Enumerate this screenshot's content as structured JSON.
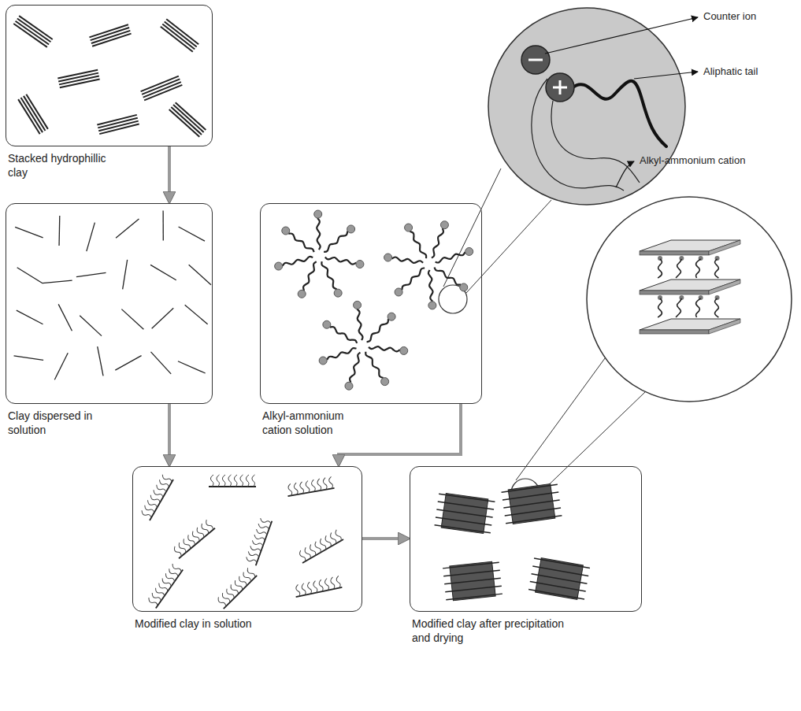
{
  "diagram": {
    "nodes": [
      {
        "text": [
          "Stacked hydrophillic clay"
        ]
      },
      {
        "text": [
          "Clay dispersed in solution"
        ]
      },
      {
        "text": [
          "Alkyl-ammonium cation solution"
        ]
      },
      {
        "text": [
          "Modified clay in solution"
        ]
      },
      {
        "text": [
          "Modified clay after precipitation and drying"
        ]
      }
    ],
    "edges": [
      {
        "from": 0,
        "to": 1,
        "arrow": "to"
      },
      {
        "from": 1,
        "to": 3,
        "arrow": "to"
      },
      {
        "from": 2,
        "to": 3,
        "arrow": "to"
      },
      {
        "from": 3,
        "to": 4,
        "arrow": "to"
      }
    ],
    "labels": [
      "Counter ion",
      "Aliphatic tail",
      "Alkyl-ammonium cation"
    ]
  }
}
